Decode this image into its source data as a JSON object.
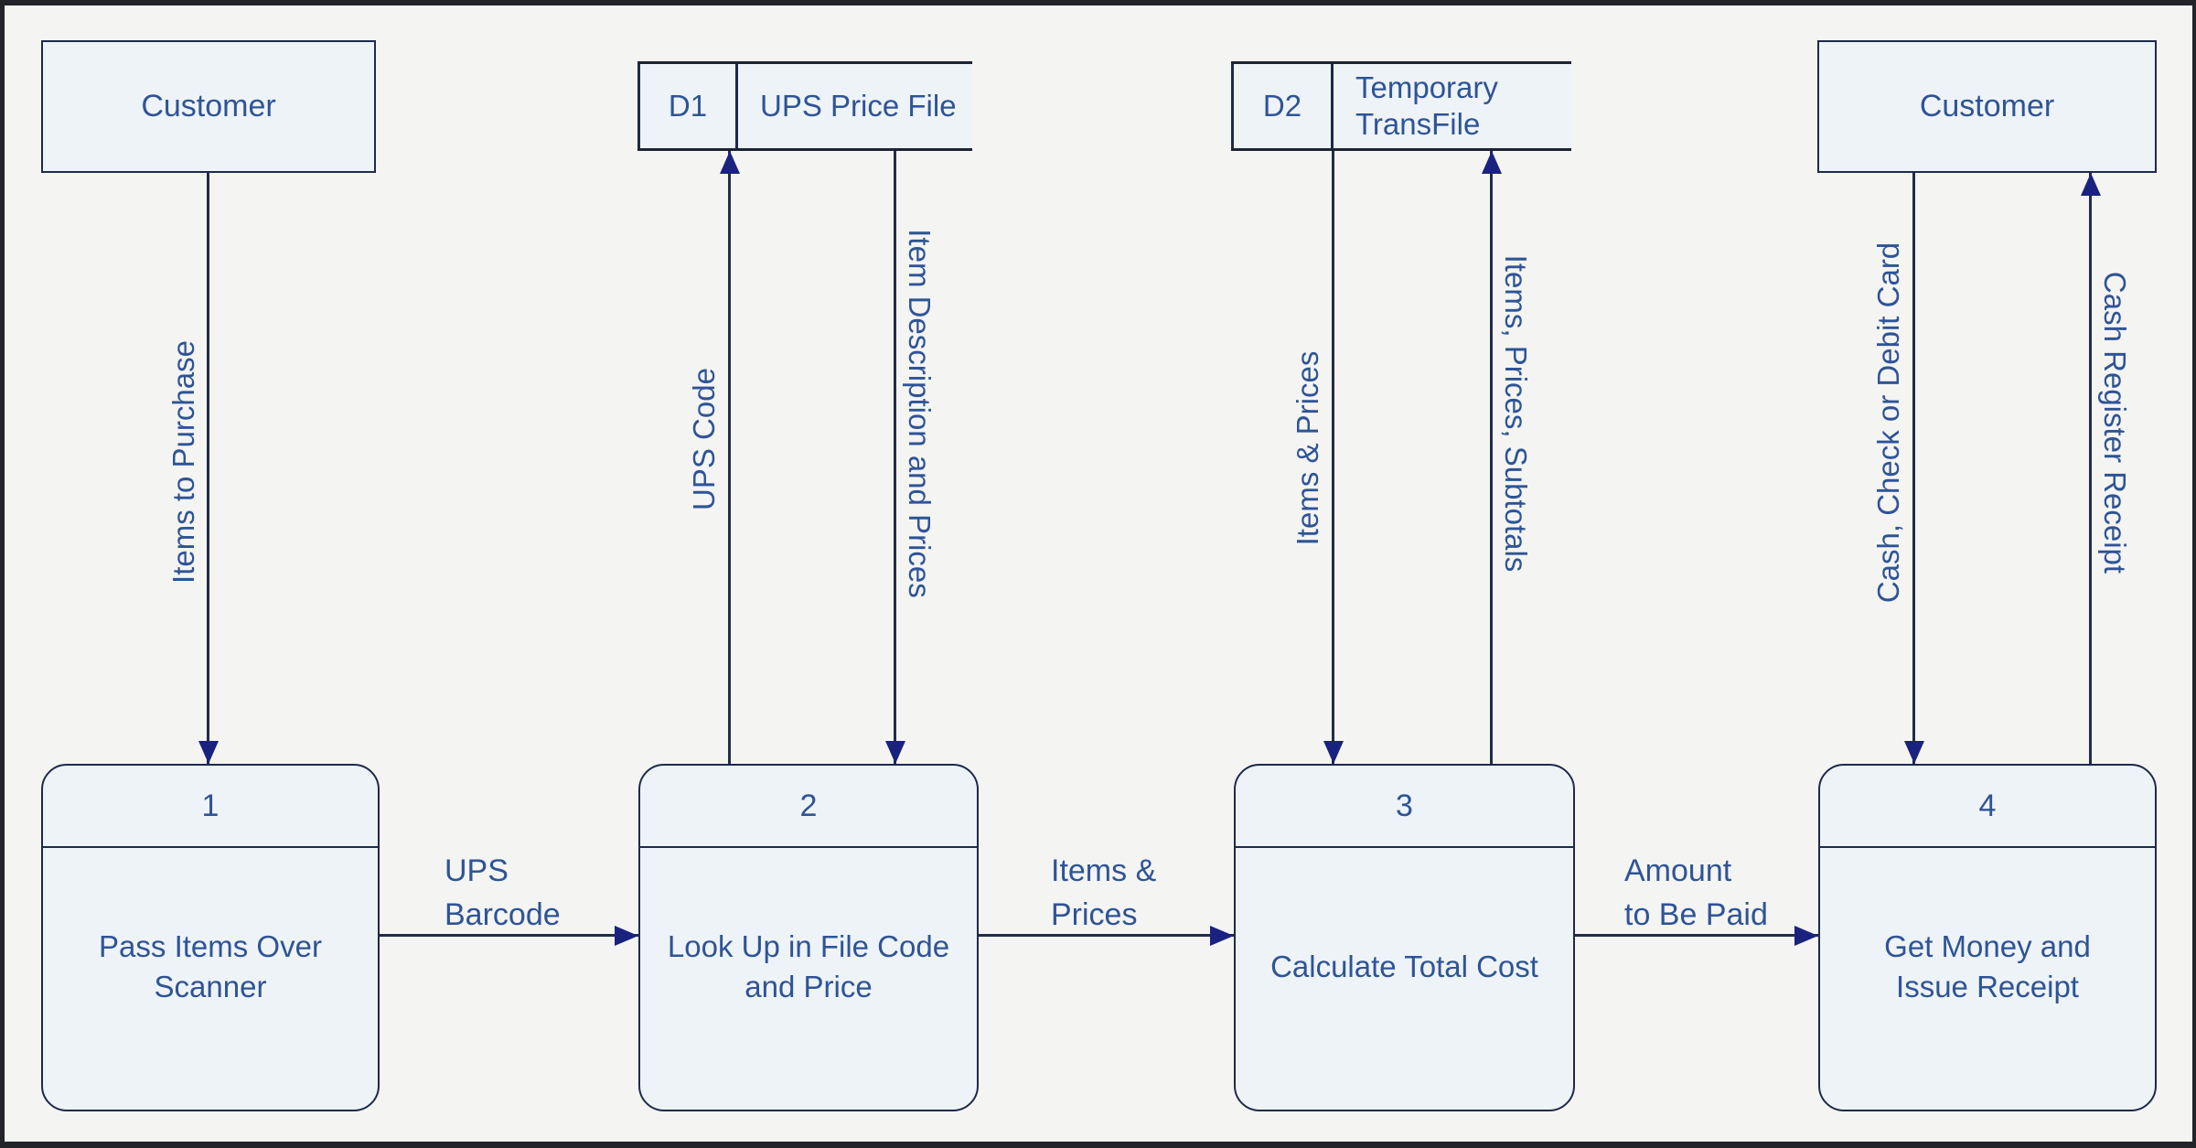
{
  "diagram": {
    "type": "data-flow-diagram",
    "colors": {
      "background": "#f4f4f2",
      "shape_fill": "#eef3f7",
      "shape_border": "#1d2a4a",
      "flow_line": "#222c49",
      "arrowhead": "#1a2280",
      "text": "#2e5496",
      "outer_frame": "#23242a"
    },
    "entities": [
      {
        "label": "Customer",
        "position": "top-left"
      },
      {
        "label": "Customer",
        "position": "top-right"
      }
    ],
    "data_stores": [
      {
        "id": "D1",
        "name": "UPS Price File"
      },
      {
        "id": "D2",
        "name": "Temporary TransFile",
        "name_lines": [
          "Temporary",
          "TransFile"
        ]
      }
    ],
    "processes": [
      {
        "number": "1",
        "name": "Pass Items Over Scanner"
      },
      {
        "number": "2",
        "name": "Look Up in File Code and Price"
      },
      {
        "number": "3",
        "name": "Calculate Total Cost"
      },
      {
        "number": "4",
        "name": "Get Money and Issue Receipt"
      }
    ],
    "flows": [
      {
        "label": "Items to Purchase",
        "from": "Customer",
        "to": "1",
        "orientation": "vertical",
        "direction": "down"
      },
      {
        "label": "UPS Code",
        "from": "2",
        "to": "D1",
        "orientation": "vertical",
        "direction": "up"
      },
      {
        "label": "Item Description and Prices",
        "from": "D1",
        "to": "2",
        "orientation": "vertical",
        "direction": "down"
      },
      {
        "label": "Items & Prices",
        "from": "D2",
        "to": "3",
        "orientation": "vertical",
        "direction": "down"
      },
      {
        "label": "Items, Prices, Subtotals",
        "from": "3",
        "to": "D2",
        "orientation": "vertical",
        "direction": "up"
      },
      {
        "label": "Cash, Check or Debit Card",
        "from": "Customer",
        "to": "4",
        "orientation": "vertical",
        "direction": "down"
      },
      {
        "label": "Cash Register Receipt",
        "from": "4",
        "to": "Customer",
        "orientation": "vertical",
        "direction": "up"
      },
      {
        "label": "UPS Barcode",
        "label_lines": [
          "UPS",
          "Barcode"
        ],
        "from": "1",
        "to": "2",
        "orientation": "horizontal",
        "direction": "right"
      },
      {
        "label": "Items & Prices",
        "label_lines": [
          "Items &",
          "Prices"
        ],
        "from": "2",
        "to": "3",
        "orientation": "horizontal",
        "direction": "right"
      },
      {
        "label": "Amount to Be Paid",
        "label_lines": [
          "Amount",
          "to Be Paid"
        ],
        "from": "3",
        "to": "4",
        "orientation": "horizontal",
        "direction": "right"
      }
    ]
  }
}
